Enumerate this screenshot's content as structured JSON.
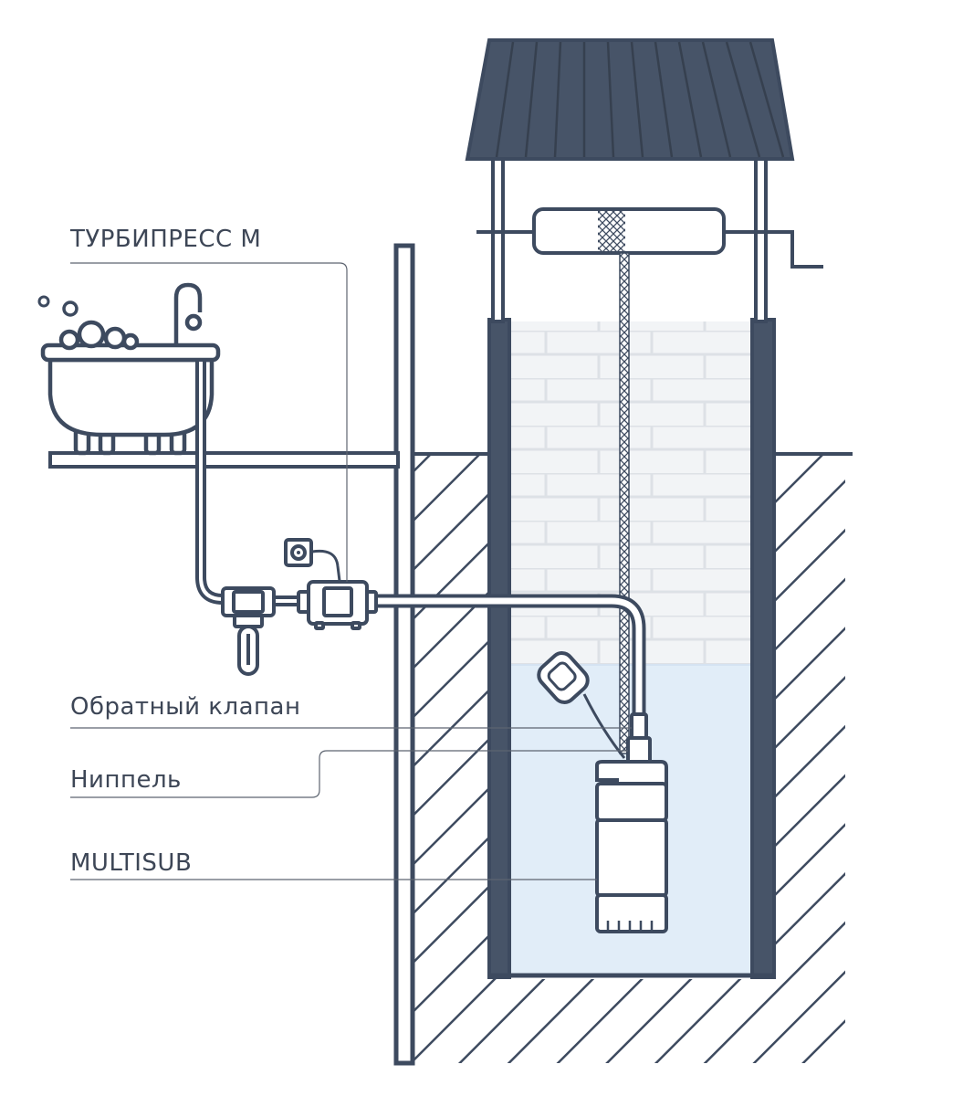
{
  "labels": {
    "turbipress": "ТУРБИПРЕСС М",
    "check_valve": "Обратный клапан",
    "nipple": "Ниппель",
    "multisub": "MULTISUB"
  },
  "colors": {
    "outline": "#3d4a5f",
    "roof": "#475468",
    "water": "#e1edf8",
    "brick_bg": "#f2f4f6",
    "brick_line": "#dde1e6",
    "leader": "#5d6470",
    "text": "#3d4656"
  }
}
